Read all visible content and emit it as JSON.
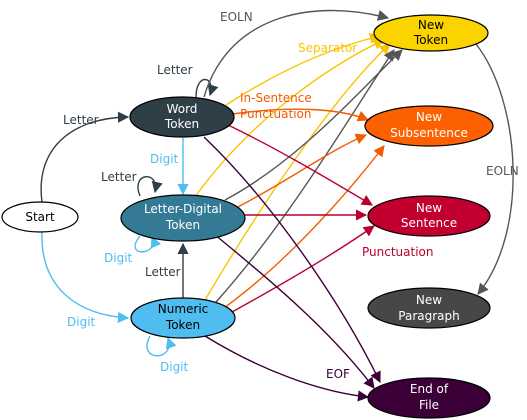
{
  "nodes": {
    "start": {
      "label": [
        "Start"
      ],
      "fill": "#ffffff",
      "text": "#000000"
    },
    "word": {
      "label": [
        "Word",
        "Token"
      ],
      "fill": "#2f3f47",
      "text": "#ffffff"
    },
    "letterdigital": {
      "label": [
        "Letter-Digital",
        "Token"
      ],
      "fill": "#357a94",
      "text": "#ffffff"
    },
    "numeric": {
      "label": [
        "Numeric",
        "Token"
      ],
      "fill": "#4fbdef",
      "text": "#000000"
    },
    "newtoken": {
      "label": [
        "New",
        "Token"
      ],
      "fill": "#fbd400",
      "text": "#000000"
    },
    "newsub": {
      "label": [
        "New",
        "Subsentence"
      ],
      "fill": "#fd6000",
      "text": "#ffffff"
    },
    "newsent": {
      "label": [
        "New",
        "Sentence"
      ],
      "fill": "#c10030",
      "text": "#ffffff"
    },
    "newpara": {
      "label": [
        "New",
        "Paragraph"
      ],
      "fill": "#474747",
      "text": "#ffffff"
    },
    "eof": {
      "label": [
        "End of",
        "File"
      ],
      "fill": "#3b0038",
      "text": "#ffffff"
    }
  },
  "edge_labels": {
    "letter_start": "Letter",
    "letter_word_loop": "Letter",
    "letter_ld_loop": "Letter",
    "letter_num_ld": "Letter",
    "digit_word_ld": "Digit",
    "digit_ld_loop": "Digit",
    "digit_start": "Digit",
    "digit_num_loop": "Digit",
    "eoln_top": "EOLN",
    "separator": "Separator",
    "in_sentence_1": "In-Sentence",
    "in_sentence_2": "Punctuation",
    "eoln_right": "EOLN",
    "punctuation": "Punctuation",
    "eof": "EOF"
  },
  "colors": {
    "dark": "#2f3f47",
    "digit": "#4fbdef",
    "separator": "#fbc400",
    "subsentence": "#f25c00",
    "sentence": "#b8002e",
    "eof": "#3b0038",
    "eoln": "#555555"
  }
}
